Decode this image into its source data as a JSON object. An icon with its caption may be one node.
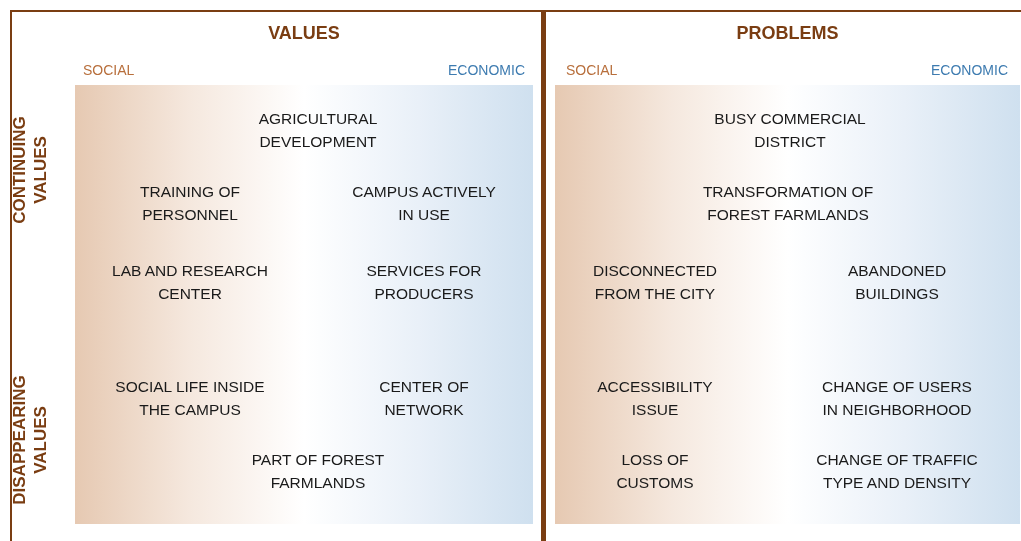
{
  "diagram": {
    "nodes": [
      {
        "text": [
          "VALUES"
        ]
      },
      {
        "text": [
          "PROBLEMS"
        ]
      }
    ],
    "labels": [
      "SOCIAL",
      "ECONOMIC",
      "SOCIAL",
      "ECONOMIC",
      "CONTINUING VALUES",
      "DISAPPEARING VALUES",
      "AGRICULTURAL DEVELOPMENT",
      "TRAINING OF PERSONNEL",
      "CAMPUS ACTIVELY IN USE",
      "LAB AND RESEARCH CENTER",
      "SERVICES FOR PRODUCERS",
      "SOCIAL LIFE INSIDE THE CAMPUS",
      "CENTER OF NETWORK",
      "PART OF FOREST FARMLANDS",
      "BUSY COMMERCIAL DISTRICT",
      "TRANSFORMATION OF FOREST FARMLANDS",
      "DISCONNECTED FROM THE CITY",
      "ABANDONED BUILDINGS",
      "ACCESSIBILITY ISSUE",
      "CHANGE OF USERS IN NEIGHBORHOOD",
      "LOSS OF CUSTOMS",
      "CHANGE OF TRAFFIC TYPE AND DENSITY"
    ]
  }
}
